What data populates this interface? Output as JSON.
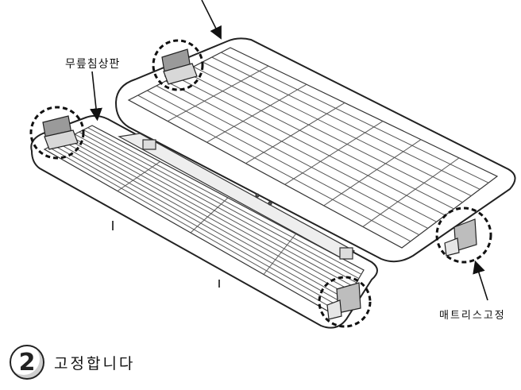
{
  "labels": {
    "leg_panel": "무릎침상판",
    "mattress_fixer": "매트리스고정"
  },
  "step": {
    "number": "2",
    "text": "고정합니다"
  },
  "colors": {
    "stroke": "#222222",
    "fill_panel": "#ffffff",
    "bracket_gray": "#9a9a9a",
    "bracket_light": "#d8d8d8"
  },
  "icons": [
    "arrow-icon",
    "dashed-circle-highlight",
    "mattress-fixing-bracket-icon"
  ]
}
